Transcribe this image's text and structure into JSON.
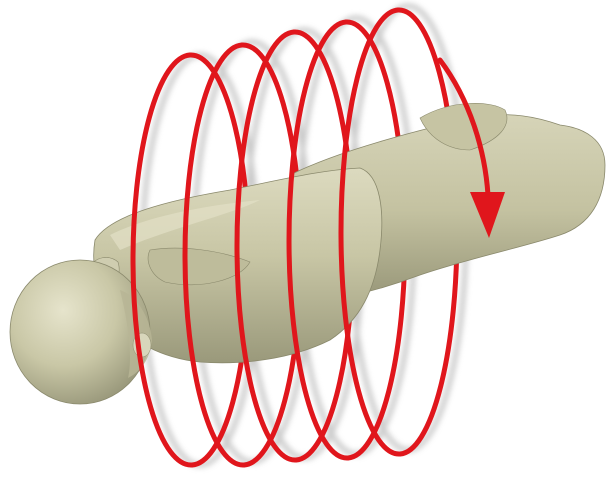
{
  "figure": {
    "subject": "human-body-3d-model",
    "orientation": "lying-horizontal",
    "direction_indicator": "arrow-down",
    "colors": {
      "body_fill": "#c9c7a6",
      "body_shadow": "#9d9c7c",
      "body_highlight": "#e4e2c8",
      "ring_color": "#e0161c",
      "ring_shadow": "#9c9c9c",
      "background": "#ffffff"
    },
    "ring_count": 5
  }
}
